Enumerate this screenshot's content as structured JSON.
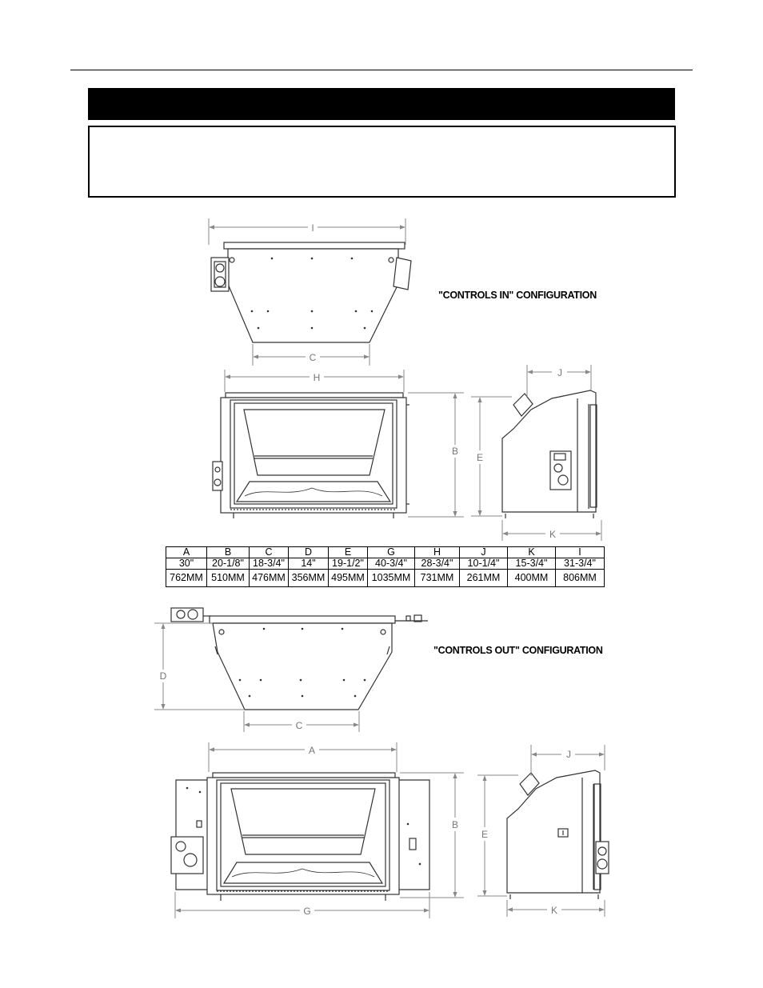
{
  "page": {
    "title_bar_text": "",
    "note_text": ""
  },
  "configs": {
    "controls_in": "\"CONTROLS IN\" CONFIGURATION",
    "controls_out": "\"CONTROLS OUT\" CONFIGURATION"
  },
  "dim_labels": {
    "A": "A",
    "B": "B",
    "C": "C",
    "D": "D",
    "E": "E",
    "G": "G",
    "H": "H",
    "J": "J",
    "K": "K",
    "I": "I"
  },
  "table": {
    "headers": [
      "A",
      "B",
      "C",
      "D",
      "E",
      "G",
      "H",
      "J",
      "K",
      "I"
    ],
    "inches": [
      "30\"",
      "20-1/8\"",
      "18-3/4\"",
      "14\"",
      "19-1/2\"",
      "40-3/4\"",
      "28-3/4\"",
      "10-1/4\"",
      "15-3/4\"",
      "31-3/4\""
    ],
    "mm": [
      "762MM",
      "510MM",
      "476MM",
      "356MM",
      "495MM",
      "1035MM",
      "731MM",
      "261MM",
      "400MM",
      "806MM"
    ]
  }
}
